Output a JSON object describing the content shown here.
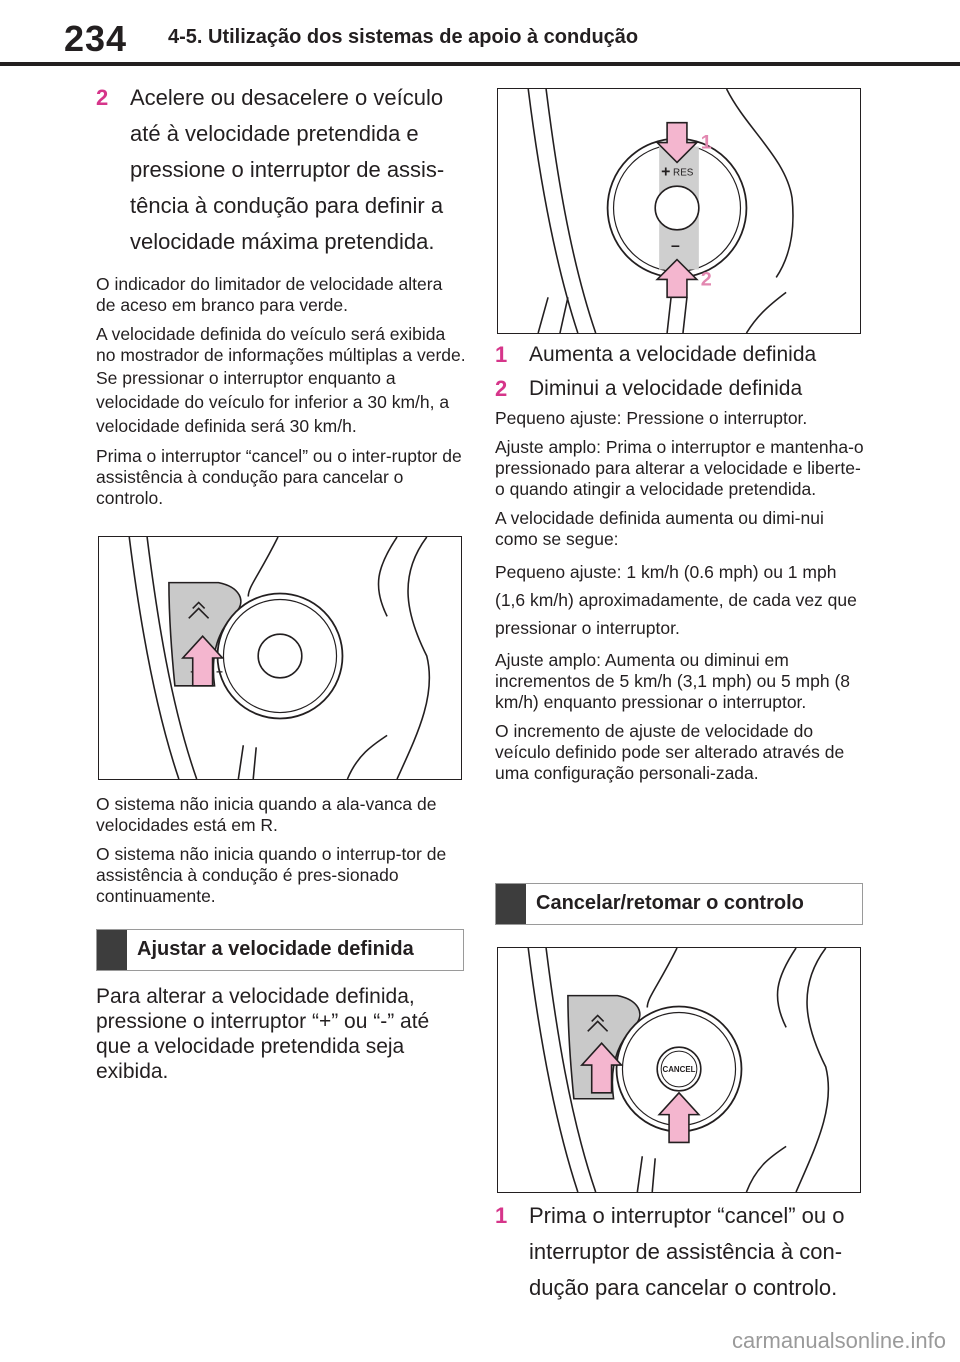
{
  "header": {
    "page_number": "234",
    "title": "4-5. Utilização dos sistemas de apoio à condução"
  },
  "left_column": {
    "step2": {
      "number": "2",
      "text": "Acelere ou desacelere o veículo até à velocidade pretendida e pressione o interruptor de assis-tência à condução para definir a velocidade máxima pretendida."
    },
    "para1": "O indicador do limitador de velocidade altera de aceso em branco para verde.",
    "para2": "A velocidade definida do veículo será exibida no mostrador de informações múltiplas a verde.",
    "para3": "Se pressionar o interruptor enquanto a velocidade do veículo for inferior a 30 km/h, a velocidade definida será 30 km/h.",
    "para4": "Prima o interruptor “cancel” ou o inter-ruptor de assistência à condução para cancelar o controlo.",
    "para5": "O sistema não inicia quando a ala-vanca de velocidades está em R.",
    "para6": "O sistema não inicia quando o interrup-tor de assistência à condução é pres-sionado continuamente.",
    "section_title": "Ajustar a velocidade definida",
    "para7": "Para alterar a velocidade definida, pressione o interruptor “+” ou “-” até que a velocidade pretendida seja exibida."
  },
  "right_column": {
    "figure_labels": {
      "res": "RES",
      "plus": "+",
      "minus": "–",
      "callout1": "1",
      "callout2": "2"
    },
    "item1": {
      "number": "1",
      "text": "Aumenta a velocidade definida"
    },
    "item2": {
      "number": "2",
      "text": "Diminui a velocidade definida"
    },
    "para1": "Pequeno ajuste: Pressione o interruptor.",
    "para2": "Ajuste amplo: Prima o interruptor e mantenha-o pressionado para alterar a velocidade e liberte-o quando atingir a velocidade pretendida.",
    "para3": "A velocidade definida aumenta ou dimi-nui como se segue:",
    "para4": "Pequeno ajuste: 1 km/h (0.6 mph) ou 1 mph (1,6 km/h) aproximadamente, de cada vez que pressionar o interruptor.",
    "para5": "Ajuste amplo: Aumenta ou diminui em incrementos de 5 km/h (3,1 mph) ou 5 mph (8 km/h) enquanto pressionar o interruptor.",
    "para6": "O incremento de ajuste de velocidade do veículo definido pode ser alterado através de uma configuração personali-zada.",
    "section_title": "Cancelar/retomar o controlo",
    "cancel_label": "CANCEL",
    "step1": {
      "number": "1",
      "text": "Prima o interruptor “cancel” ou o interruptor de assistência à con-dução para cancelar o controlo."
    }
  },
  "watermark": "carmanualsonline.info",
  "colors": {
    "accent_pink": "#d6358a",
    "arrow_fill": "#f4b6cf",
    "section_bar": "#3d3d3d"
  }
}
